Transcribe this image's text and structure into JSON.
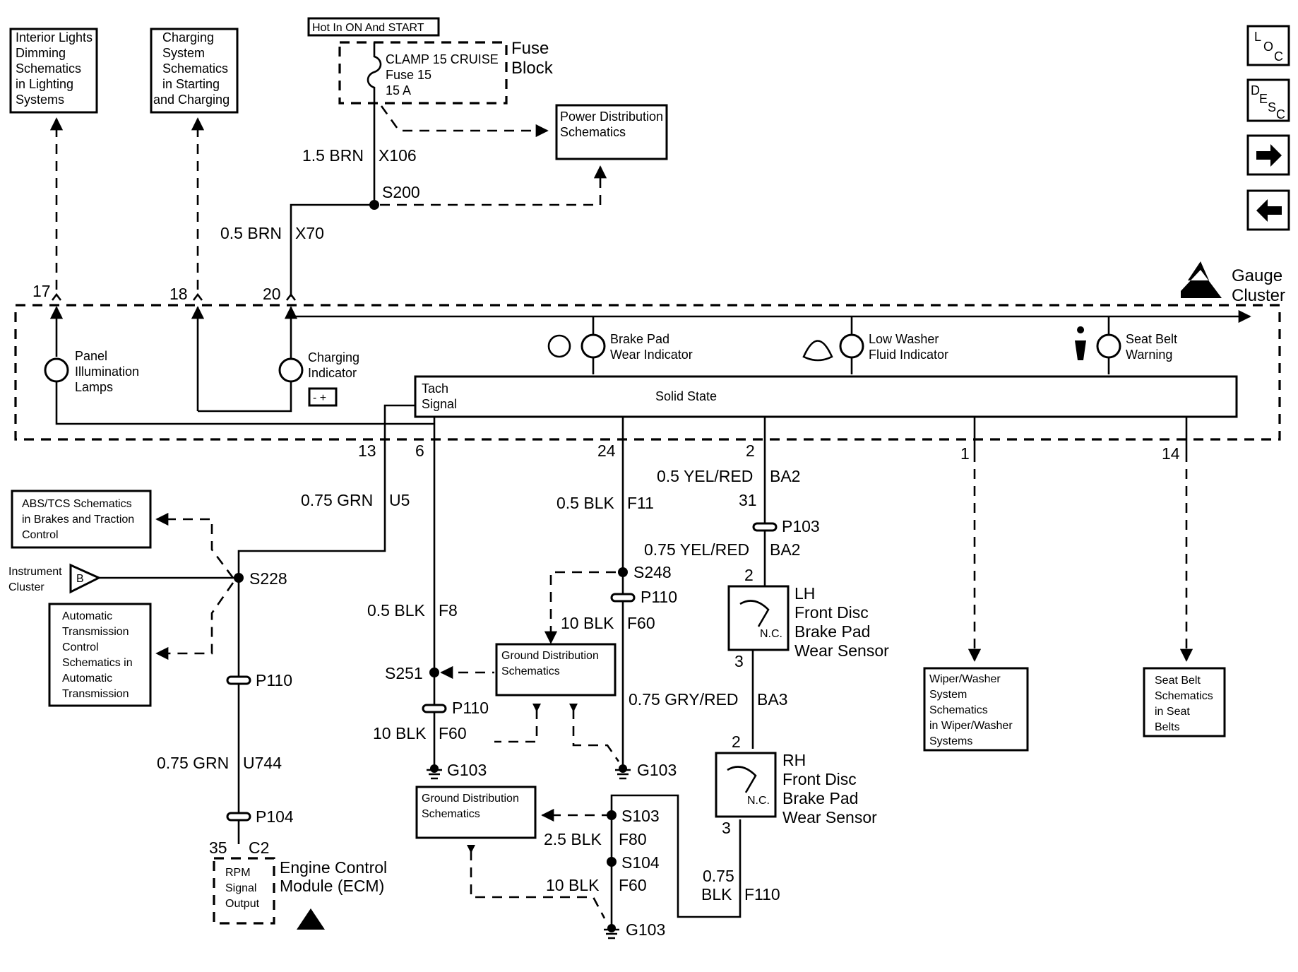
{
  "nav": {
    "loc": {
      "c1": "L",
      "c2": "O",
      "c3": "C"
    },
    "desc": {
      "c1": "D",
      "c2": "E",
      "c3": "S",
      "c4": "C"
    }
  },
  "top_boxes": {
    "interior_lights": [
      "Interior Lights",
      "Dimming",
      "Schematics",
      "in Lighting",
      "Systems"
    ],
    "charging_system": [
      "Charging",
      "System",
      "Schematics",
      "in  Starting",
      "and Charging"
    ],
    "power_distribution": [
      "Power Distribution",
      "Schematics"
    ]
  },
  "fuse": {
    "hot_label": "Hot In ON And START",
    "lines": [
      "CLAMP 15 CRUISE",
      "Fuse 15",
      "15 A"
    ],
    "block_label": [
      "Fuse",
      "Block"
    ]
  },
  "wires": {
    "w_x106": {
      "size": "1.5 BRN",
      "circuit": "X106"
    },
    "splice_s200": "S200",
    "w_x70": {
      "size": "0.5 BRN",
      "circuit": "X70"
    },
    "w_u5": {
      "size": "0.75 GRN",
      "circuit": "U5"
    },
    "w_f8": {
      "size": "0.5 BLK",
      "circuit": "F8"
    },
    "w_f11": {
      "size": "0.5 BLK",
      "circuit": "F11"
    },
    "w_ba2a": {
      "size": "0.5 YEL/RED",
      "circuit": "BA2"
    },
    "w_ba2b": {
      "size": "0.75  YEL/RED",
      "circuit": "BA2"
    },
    "w_f60a": {
      "size": "10 BLK",
      "circuit": "F60"
    },
    "w_ba3": {
      "size": "0.75 GRY/RED",
      "circuit": "BA3"
    },
    "w_f60b": {
      "size": "10 BLK",
      "circuit": "F60"
    },
    "w_u744": {
      "size": "0.75 GRN",
      "circuit": "U744"
    },
    "w_f80": {
      "size": "2.5 BLK",
      "circuit": "F80"
    },
    "w_f60c": {
      "size": "10 BLK",
      "circuit": "F60"
    },
    "w_f110": {
      "size1": "0.75",
      "size2": "BLK",
      "circuit": "F110"
    }
  },
  "cluster": {
    "title": [
      "Gauge",
      "Cluster"
    ],
    "pins_top": [
      "17",
      "18",
      "20"
    ],
    "pins_bottom": [
      "13",
      "6",
      "24",
      "2",
      "1",
      "14"
    ],
    "panel": [
      "Panel",
      "Illumination",
      "Lamps"
    ],
    "charging": [
      "Charging",
      "Indicator"
    ],
    "battery_symbol": "- +",
    "brake_pad": [
      "Brake Pad",
      "Wear Indicator"
    ],
    "washer": [
      "Low Washer",
      "Fluid Indicator"
    ],
    "seat_belt": [
      "Seat Belt",
      "Warning"
    ],
    "tach": [
      "Tach",
      "Signal"
    ],
    "solid_state": "Solid State"
  },
  "left_side": {
    "abs_box": [
      "ABS/TCS Schematics",
      "in Brakes and Traction",
      "Control"
    ],
    "instrument": [
      "Instrument",
      "Cluster"
    ],
    "instrument_ref": "B",
    "auto_box": [
      "Automatic",
      "Transmission",
      "Control",
      "Schematics in",
      "Automatic",
      "Transmission"
    ],
    "splice_s228": "S228",
    "conn_p110": "P110",
    "conn_p104": "P104",
    "ecm_pin": "35",
    "ecm_conn": "C2",
    "ecm_inner": [
      "RPM",
      "Signal",
      "Output"
    ],
    "ecm_label": [
      "Engine Control",
      "Module (ECM)"
    ]
  },
  "middle": {
    "splice_s251": "S251",
    "conn_p110": "P110",
    "ground1": "G103",
    "splice_s248": "S248",
    "conn_p110b": "P110",
    "gnd_box1": [
      "Ground Distribution",
      "Schematics"
    ],
    "ground2": "G103",
    "gnd_box2": [
      "Ground Distribution",
      "Schematics"
    ],
    "splice_s103": "S103",
    "splice_s104": "S104",
    "ground3": "G103"
  },
  "sensors": {
    "conn_p103": "P103",
    "pin31": "31",
    "lh_pin_top": "2",
    "lh_pin_bot": "3",
    "lh_label": [
      "LH",
      "Front Disc",
      "Brake Pad",
      "Wear Sensor"
    ],
    "rh_pin_top": "2",
    "rh_pin_bot": "3",
    "rh_label": [
      "RH",
      "Front Disc",
      "Brake Pad",
      "Wear Sensor"
    ],
    "nc": "N.C."
  },
  "right_boxes": {
    "wiper": [
      "Wiper/Washer",
      "System",
      "Schematics",
      "in Wiper/Washer",
      "Systems"
    ],
    "seatbelt": [
      "Seat Belt",
      "Schematics",
      "in Seat",
      "Belts"
    ]
  }
}
